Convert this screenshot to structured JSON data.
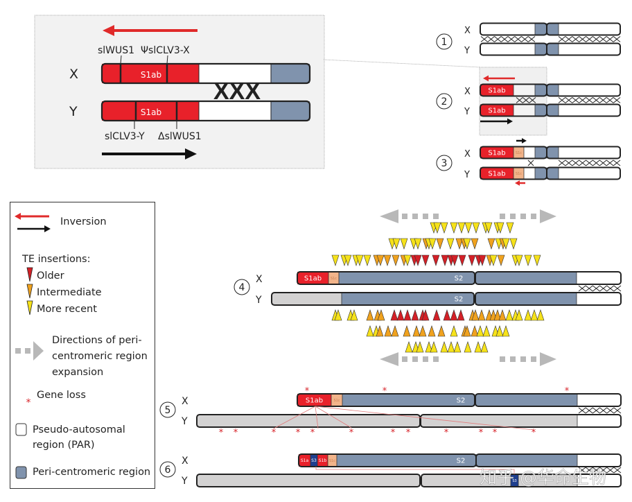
{
  "colors": {
    "s1": "#e8212a",
    "s1c": "#f2b48a",
    "peri": "#8093ad",
    "par": "#ffffff",
    "lostY": "#d3d2d2",
    "s3": "#1f3f8f",
    "te_older": "#d42027",
    "te_intermediate": "#f0a21e",
    "te_recent": "#f6e21a",
    "inversion_red": "#e02a2a",
    "inversion_black": "#111111",
    "expansion_arrow": "#b8b8b8",
    "gene_loss": "#d8262c",
    "inset_bg": "#f2f2f2"
  },
  "inset": {
    "x_label": "X",
    "y_label": "Y",
    "x_segment": "S1ab",
    "y_segment": "S1ab",
    "gene_labels": {
      "x_left": "slWUS1",
      "x_right": "ΨslCLV3-X",
      "y_left": "slCLV3-Y",
      "y_right": "ΔslWUS1"
    },
    "recombination_marks": "XXX"
  },
  "stages": [
    {
      "number": "1",
      "x_label": "X",
      "y_label": "Y"
    },
    {
      "number": "2",
      "x_label": "X",
      "y_label": "Y",
      "x_segment": "S1ab",
      "y_segment": "S1ab"
    },
    {
      "number": "3",
      "x_label": "X",
      "y_label": "Y",
      "x_segment": "S1ab",
      "y_segment": "S1ab",
      "x_sub": "S1c",
      "y_sub": "S1c"
    },
    {
      "number": "4",
      "x_label": "X",
      "y_label": "Y",
      "x_segment": "S1ab",
      "x_sub": "S1c",
      "x_peri": "S2",
      "y_peri": "S2"
    },
    {
      "number": "5",
      "x_label": "X",
      "y_label": "Y",
      "x_segment": "S1ab",
      "x_sub": "S1c",
      "x_peri": "S2"
    },
    {
      "number": "6",
      "x_label": "X",
      "y_label": "Y",
      "x_segs": [
        "S1a",
        "S3",
        "S1b",
        "S1c"
      ],
      "x_peri": "S2",
      "y_s3": "S3"
    }
  ],
  "gene_loss_marker": "*",
  "legend": {
    "inversion": "Inversion",
    "te_heading": "TE insertions:",
    "te_older": "Older",
    "te_intermediate": "Intermediate",
    "te_recent": "More recent",
    "expansion_1": "Directions of peri-",
    "expansion_2": "centromeric region",
    "expansion_3": "expansion",
    "gene_loss": "Gene loss",
    "par_1": "Pseudo-autosomal",
    "par_2": "region (PAR)",
    "peri": "Peri-centromeric region"
  },
  "watermark": "知乎 @华命生物"
}
